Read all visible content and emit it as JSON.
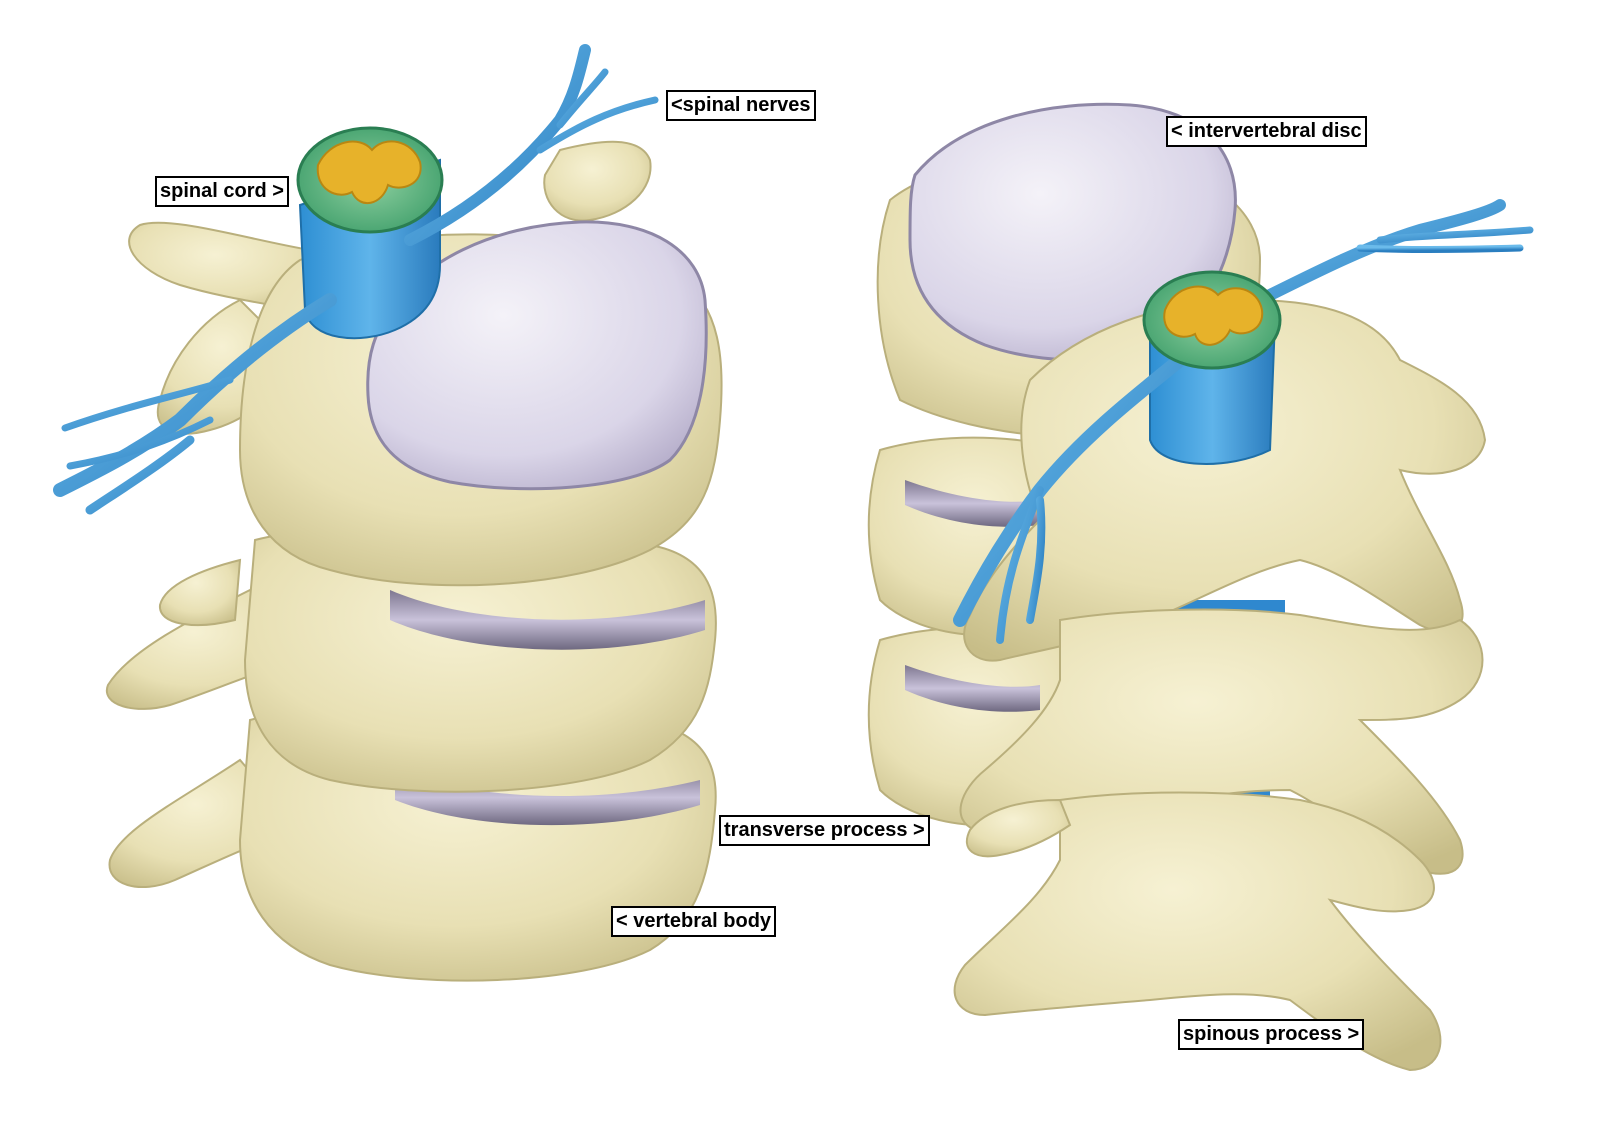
{
  "labels": {
    "spinal_nerves": "<spinal nerves",
    "spinal_cord": "spinal cord >",
    "intervertebral_disc": "< intervertebral disc",
    "transverse_process": "transverse process >",
    "vertebral_body": "< vertebral body",
    "spinous_process": "spinous process >"
  },
  "colors": {
    "bone": "#ECE5BD",
    "bone_shadow": "#C9C08E",
    "disc": "#DCD8EA",
    "disc_shadow": "#A79FC0",
    "nerve": "#3E9BDB",
    "nerve_dark": "#2474B5",
    "cord_green": "#4FB07A",
    "gray_matter": "#E7B22A"
  }
}
